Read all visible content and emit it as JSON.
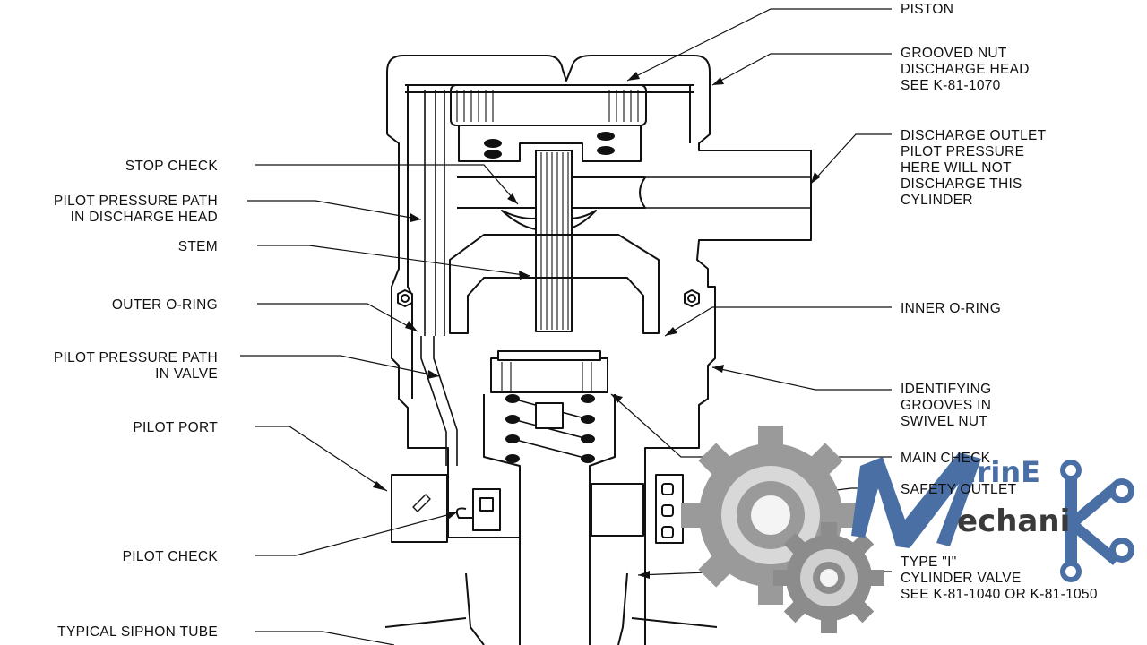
{
  "labels_left": [
    {
      "id": "stop-check",
      "text": "STOP CHECK"
    },
    {
      "id": "pilot-path-head",
      "text": "PILOT PRESSURE PATH\nIN DISCHARGE HEAD"
    },
    {
      "id": "stem",
      "text": "STEM"
    },
    {
      "id": "outer-oring",
      "text": "OUTER O-RING"
    },
    {
      "id": "pilot-path-valve",
      "text": "PILOT PRESSURE PATH\nIN VALVE"
    },
    {
      "id": "pilot-port",
      "text": "PILOT PORT"
    },
    {
      "id": "pilot-check",
      "text": "PILOT CHECK"
    },
    {
      "id": "siphon-tube",
      "text": "TYPICAL SIPHON TUBE"
    }
  ],
  "labels_right": [
    {
      "id": "piston",
      "text": "PISTON"
    },
    {
      "id": "grooved-nut",
      "text": "GROOVED NUT\nDISCHARGE HEAD\nSEE K-81-1070"
    },
    {
      "id": "discharge-outlet",
      "text": "DISCHARGE OUTLET\nPILOT PRESSURE\nHERE WILL NOT\nDISCHARGE THIS\nCYLINDER"
    },
    {
      "id": "inner-oring",
      "text": "INNER O-RING"
    },
    {
      "id": "identifying-grooves",
      "text": "IDENTIFYING\nGROOVES IN\nSWIVEL NUT"
    },
    {
      "id": "main-check",
      "text": "MAIN CHECK"
    },
    {
      "id": "safety-outlet",
      "text": "SAFETY OUTLET"
    },
    {
      "id": "cylinder-valve",
      "text": "TYPE \"I\"\nCYLINDER VALVE\nSEE K-81-1040 OR K-81-1050"
    }
  ],
  "watermark": {
    "line1": "arinE",
    "line2": "echani",
    "color": "#4a6fa5",
    "gear_color": "#9a9a9a"
  }
}
